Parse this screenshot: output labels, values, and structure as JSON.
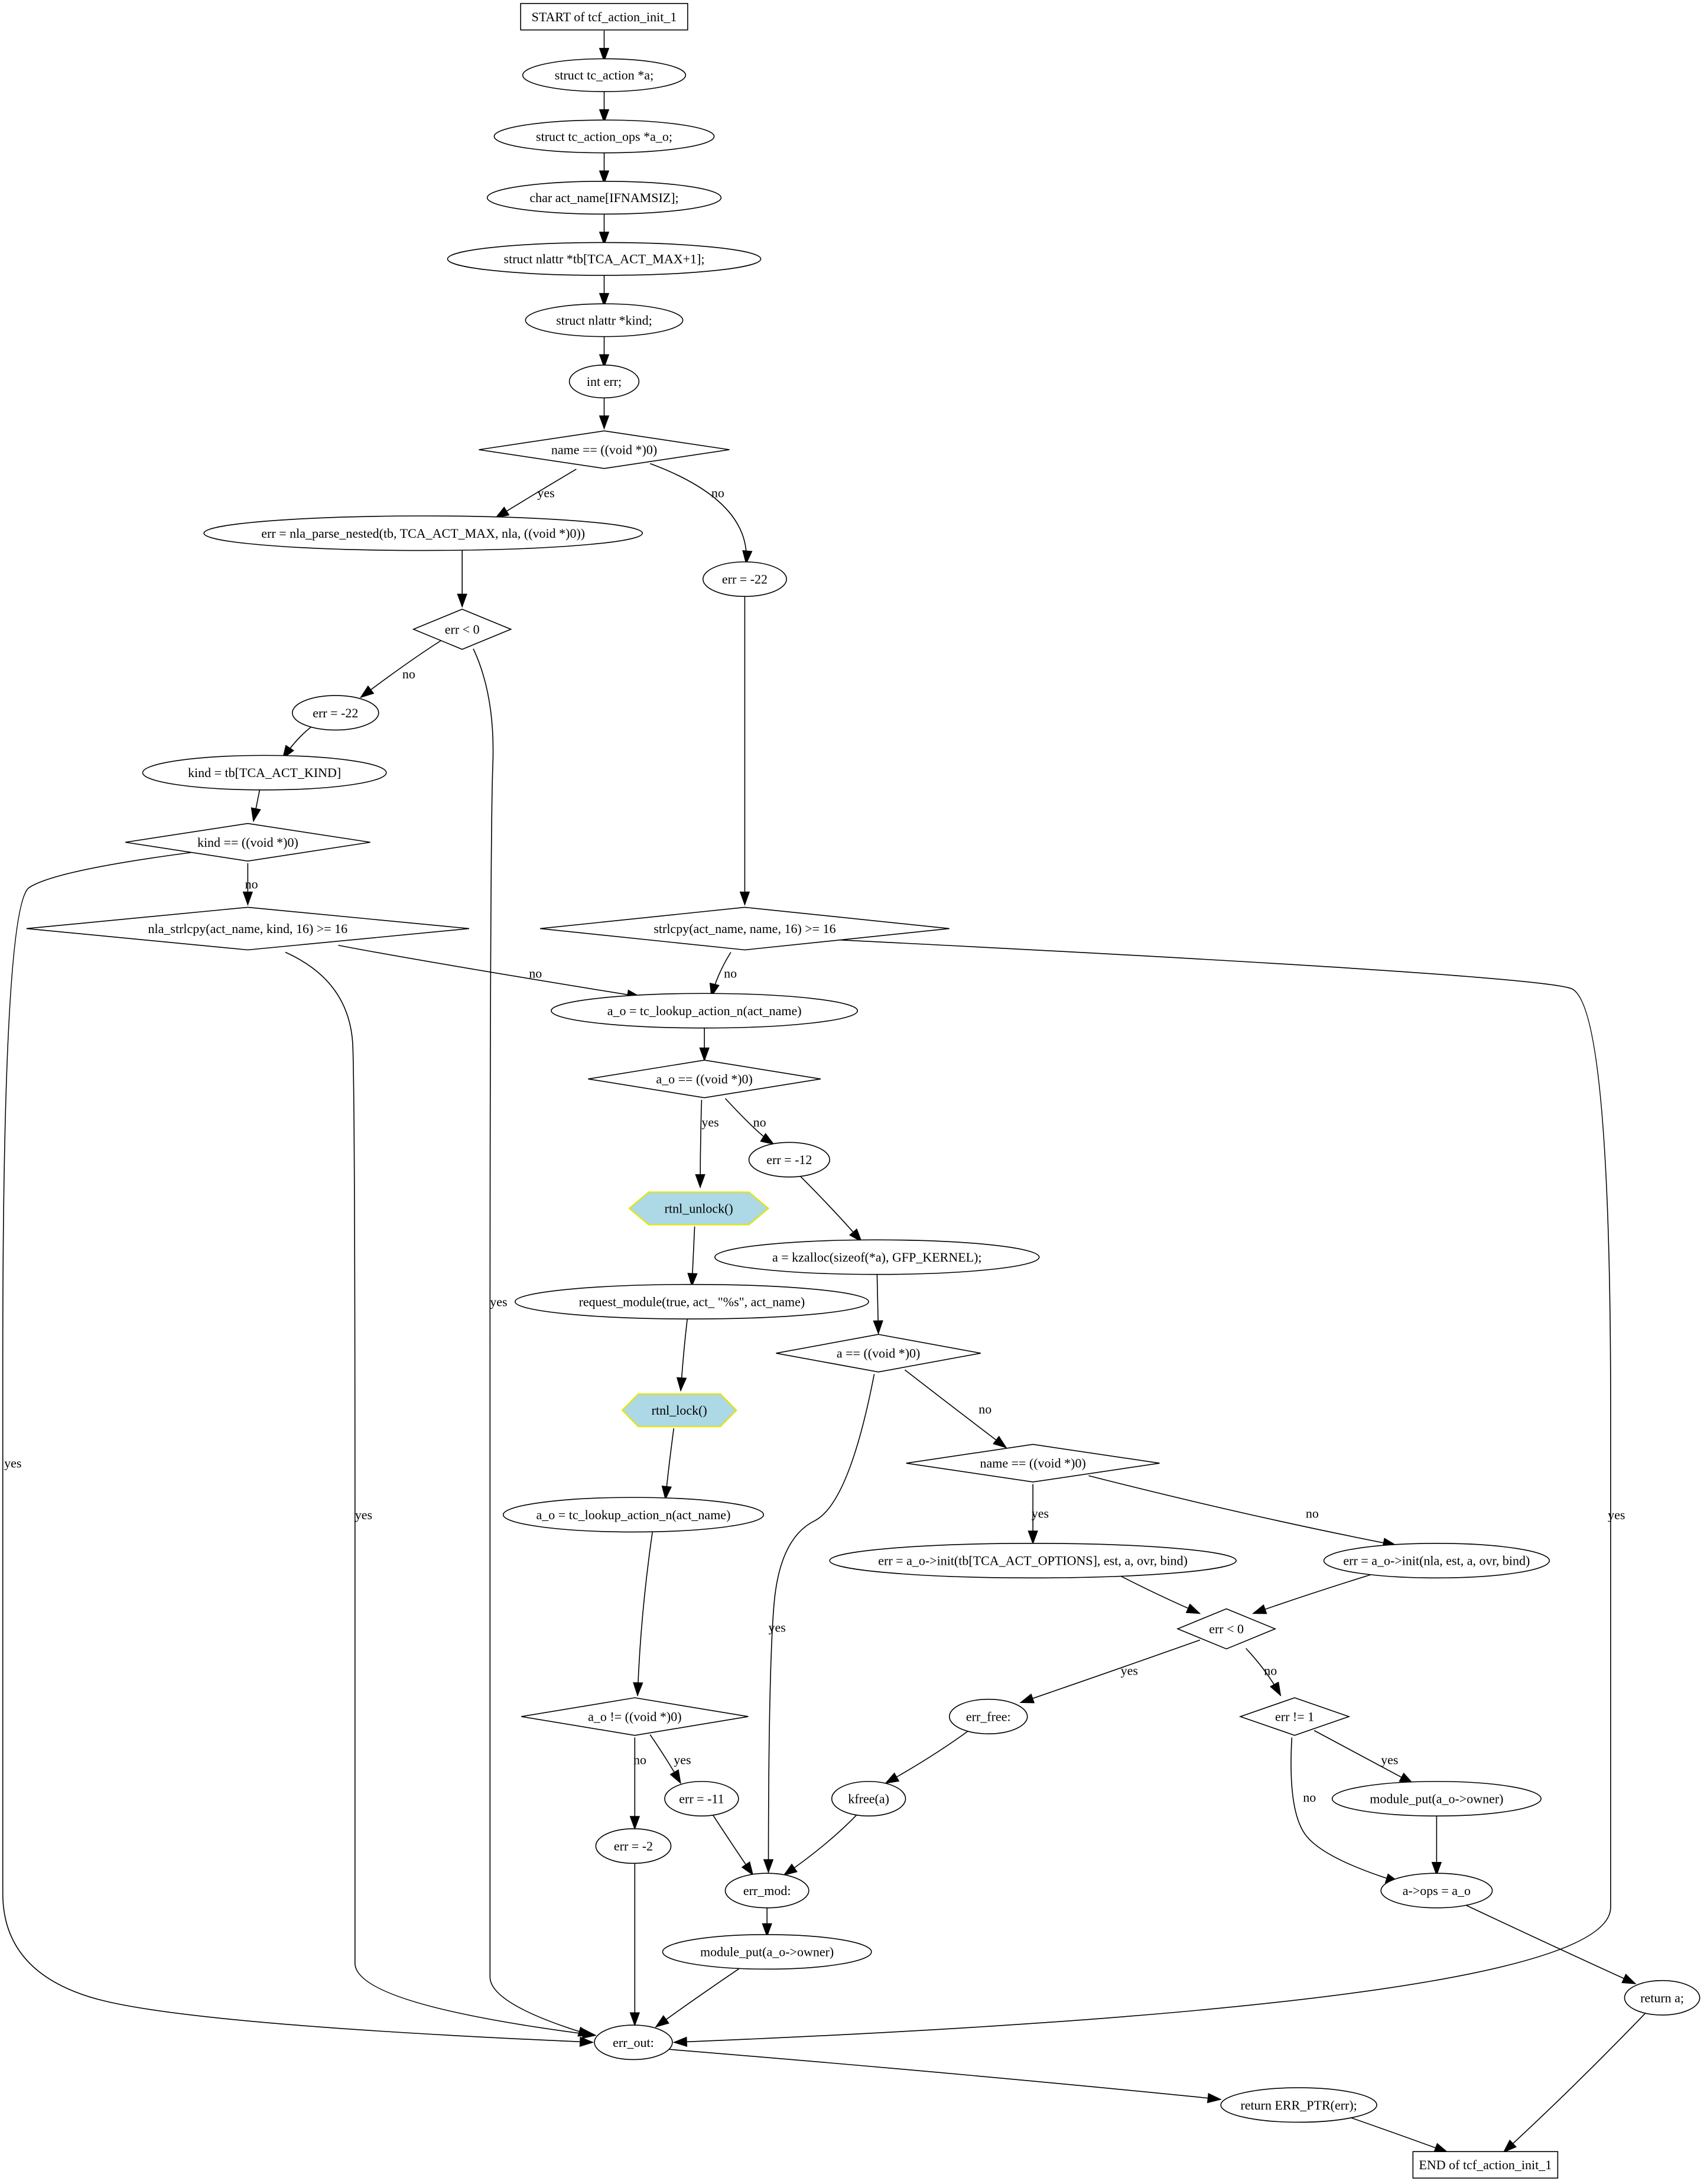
{
  "diagram": {
    "nodes": [
      {
        "id": "start",
        "shape": "box",
        "text": "START of tcf_action_init_1"
      },
      {
        "id": "n1",
        "shape": "ellipse",
        "text": "struct tc_action *a;"
      },
      {
        "id": "n2",
        "shape": "ellipse",
        "text": "struct tc_action_ops *a_o;"
      },
      {
        "id": "n3",
        "shape": "ellipse",
        "text": "char act_name[IFNAMSIZ];"
      },
      {
        "id": "n4",
        "shape": "ellipse",
        "text": "struct nlattr *tb[TCA_ACT_MAX+1];"
      },
      {
        "id": "n5",
        "shape": "ellipse",
        "text": "struct nlattr *kind;"
      },
      {
        "id": "n6",
        "shape": "ellipse",
        "text": "int err;"
      },
      {
        "id": "d1",
        "shape": "diamond",
        "text": "name == ((void *)0)"
      },
      {
        "id": "n7",
        "shape": "ellipse",
        "text": "err = nla_parse_nested(tb,     TCA_ACT_MAX, nla, ((void *)0))"
      },
      {
        "id": "n8",
        "shape": "ellipse",
        "text": "err = -22"
      },
      {
        "id": "d2",
        "shape": "diamond",
        "text": "err < 0"
      },
      {
        "id": "n9",
        "shape": "ellipse",
        "text": "err = -22"
      },
      {
        "id": "n10",
        "shape": "ellipse",
        "text": "kind = tb[TCA_ACT_KIND]"
      },
      {
        "id": "d3",
        "shape": "diamond",
        "text": "kind == ((void *)0)"
      },
      {
        "id": "d4",
        "shape": "diamond",
        "text": "nla_strlcpy(act_name, kind, 16) >= 16"
      },
      {
        "id": "d5",
        "shape": "diamond",
        "text": "strlcpy(act_name, name, 16) >= 16"
      },
      {
        "id": "n11",
        "shape": "ellipse",
        "text": "a_o = tc_lookup_action_n(act_name)"
      },
      {
        "id": "d6",
        "shape": "diamond",
        "text": "a_o == ((void *)0)"
      },
      {
        "id": "n12",
        "shape": "ellipse",
        "text": "err = -12"
      },
      {
        "id": "h1",
        "shape": "hexagon",
        "text": "rtnl_unlock()"
      },
      {
        "id": "n13",
        "shape": "ellipse",
        "text": "a = kzalloc(sizeof(*a), GFP_KERNEL);"
      },
      {
        "id": "n14",
        "shape": "ellipse",
        "text": "request_module(true, act_ \"%s\", act_name)"
      },
      {
        "id": "d7",
        "shape": "diamond",
        "text": "a == ((void *)0)"
      },
      {
        "id": "h2",
        "shape": "hexagon",
        "text": "rtnl_lock()"
      },
      {
        "id": "d8",
        "shape": "diamond",
        "text": "name == ((void *)0)"
      },
      {
        "id": "n15",
        "shape": "ellipse",
        "text": "a_o = tc_lookup_action_n(act_name)"
      },
      {
        "id": "n16",
        "shape": "ellipse",
        "text": "err = a_o->init(tb[TCA_ACT_OPTIONS], est, a, ovr, bind)"
      },
      {
        "id": "n17",
        "shape": "ellipse",
        "text": "err = a_o->init(nla, est, a, ovr, bind)"
      },
      {
        "id": "d9",
        "shape": "diamond",
        "text": "err < 0"
      },
      {
        "id": "d10",
        "shape": "diamond",
        "text": "a_o != ((void *)0)"
      },
      {
        "id": "n18",
        "shape": "ellipse",
        "text": "err_free:"
      },
      {
        "id": "d11",
        "shape": "diamond",
        "text": "err != 1"
      },
      {
        "id": "n19",
        "shape": "ellipse",
        "text": "err = -11"
      },
      {
        "id": "n20",
        "shape": "ellipse",
        "text": "kfree(a)"
      },
      {
        "id": "n21",
        "shape": "ellipse",
        "text": "module_put(a_o->owner)"
      },
      {
        "id": "n22",
        "shape": "ellipse",
        "text": "err = -2"
      },
      {
        "id": "n23",
        "shape": "ellipse",
        "text": "err_mod:"
      },
      {
        "id": "n24",
        "shape": "ellipse",
        "text": "a->ops = a_o"
      },
      {
        "id": "n25",
        "shape": "ellipse",
        "text": "module_put(a_o->owner)"
      },
      {
        "id": "n26",
        "shape": "ellipse",
        "text": "return a;"
      },
      {
        "id": "n27",
        "shape": "ellipse",
        "text": "err_out:"
      },
      {
        "id": "n28",
        "shape": "ellipse",
        "text": "return ERR_PTR(err);"
      },
      {
        "id": "end",
        "shape": "box",
        "text": "END of tcf_action_init_1"
      }
    ],
    "edges": [
      {
        "from": "start",
        "to": "n1",
        "label": ""
      },
      {
        "from": "n1",
        "to": "n2",
        "label": ""
      },
      {
        "from": "n2",
        "to": "n3",
        "label": ""
      },
      {
        "from": "n3",
        "to": "n4",
        "label": ""
      },
      {
        "from": "n4",
        "to": "n5",
        "label": ""
      },
      {
        "from": "n5",
        "to": "n6",
        "label": ""
      },
      {
        "from": "n6",
        "to": "d1",
        "label": ""
      },
      {
        "from": "d1",
        "to": "n7",
        "label": "yes"
      },
      {
        "from": "d1",
        "to": "n8",
        "label": "no"
      },
      {
        "from": "n7",
        "to": "d2",
        "label": ""
      },
      {
        "from": "d2",
        "to": "n9",
        "label": "no"
      },
      {
        "from": "d2",
        "to": "n27",
        "label": "yes"
      },
      {
        "from": "n9",
        "to": "n10",
        "label": ""
      },
      {
        "from": "n10",
        "to": "d3",
        "label": ""
      },
      {
        "from": "d3",
        "to": "d4",
        "label": "no"
      },
      {
        "from": "d3",
        "to": "n27",
        "label": "yes"
      },
      {
        "from": "d4",
        "to": "n11",
        "label": "no"
      },
      {
        "from": "d4",
        "to": "n27",
        "label": "yes"
      },
      {
        "from": "n8",
        "to": "d5",
        "label": ""
      },
      {
        "from": "d5",
        "to": "n11",
        "label": "no"
      },
      {
        "from": "d5",
        "to": "n27",
        "label": "yes"
      },
      {
        "from": "n11",
        "to": "d6",
        "label": ""
      },
      {
        "from": "d6",
        "to": "h1",
        "label": "yes"
      },
      {
        "from": "d6",
        "to": "n12",
        "label": "no"
      },
      {
        "from": "h1",
        "to": "n14",
        "label": ""
      },
      {
        "from": "n14",
        "to": "h2",
        "label": ""
      },
      {
        "from": "h2",
        "to": "n15",
        "label": ""
      },
      {
        "from": "n15",
        "to": "d10",
        "label": ""
      },
      {
        "from": "d10",
        "to": "n19",
        "label": "yes"
      },
      {
        "from": "d10",
        "to": "n22",
        "label": "no"
      },
      {
        "from": "n19",
        "to": "n23",
        "label": ""
      },
      {
        "from": "n22",
        "to": "n27",
        "label": ""
      },
      {
        "from": "n12",
        "to": "n13",
        "label": ""
      },
      {
        "from": "n13",
        "to": "d7",
        "label": ""
      },
      {
        "from": "d7",
        "to": "d8",
        "label": "no"
      },
      {
        "from": "d7",
        "to": "n23",
        "label": "yes"
      },
      {
        "from": "d8",
        "to": "n16",
        "label": "yes"
      },
      {
        "from": "d8",
        "to": "n17",
        "label": "no"
      },
      {
        "from": "n16",
        "to": "d9",
        "label": ""
      },
      {
        "from": "n17",
        "to": "d9",
        "label": ""
      },
      {
        "from": "d9",
        "to": "n18",
        "label": "yes"
      },
      {
        "from": "d9",
        "to": "d11",
        "label": "no"
      },
      {
        "from": "n18",
        "to": "n20",
        "label": ""
      },
      {
        "from": "n20",
        "to": "n23",
        "label": ""
      },
      {
        "from": "d11",
        "to": "n21",
        "label": "yes"
      },
      {
        "from": "d11",
        "to": "n24",
        "label": "no"
      },
      {
        "from": "n21",
        "to": "n24",
        "label": ""
      },
      {
        "from": "n24",
        "to": "n26",
        "label": ""
      },
      {
        "from": "n23",
        "to": "n25",
        "label": ""
      },
      {
        "from": "n25",
        "to": "n27",
        "label": ""
      },
      {
        "from": "n26",
        "to": "end",
        "label": ""
      },
      {
        "from": "n27",
        "to": "n28",
        "label": ""
      },
      {
        "from": "n28",
        "to": "end",
        "label": ""
      }
    ]
  }
}
